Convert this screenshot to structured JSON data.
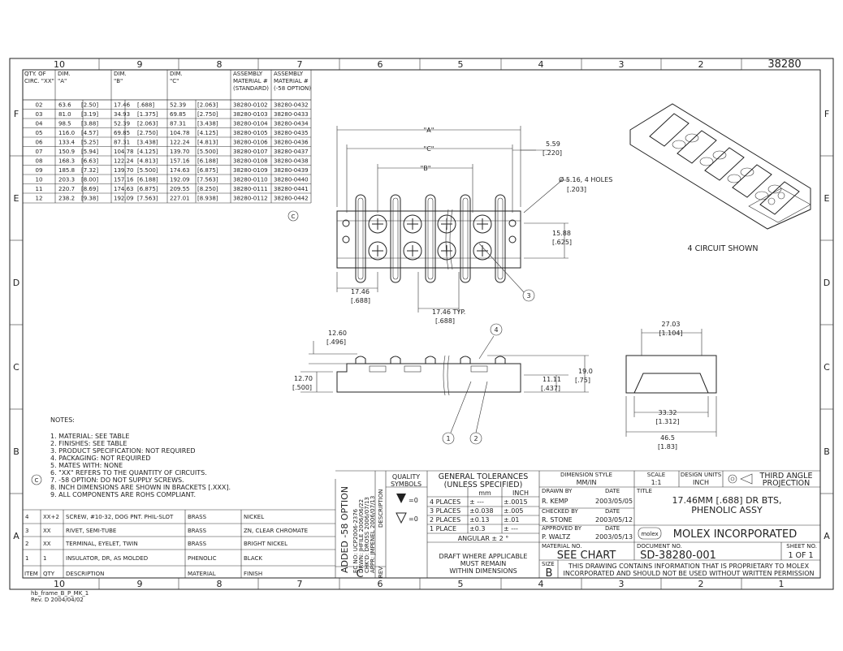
{
  "drawing_number": "38280",
  "col_labels": [
    "10",
    "9",
    "8",
    "7",
    "6",
    "5",
    "4",
    "3",
    "2",
    "1"
  ],
  "row_labels": [
    "F",
    "E",
    "D",
    "C",
    "B",
    "A"
  ],
  "table": {
    "headers": [
      [
        "QTY. OF",
        "CIRC. \"XX\""
      ],
      [
        "DIM.",
        "\"A\""
      ],
      [
        "DIM.",
        "\"B\""
      ],
      [
        "DIM.",
        "\"C\""
      ],
      [
        "ASSEMBLY",
        "MATERIAL #",
        "(STANDARD)"
      ],
      [
        "ASSEMBLY",
        "MATERIAL #",
        "(-58 OPTION)"
      ]
    ],
    "rows": [
      [
        "02",
        "63.6",
        "[2.50]",
        "17.46",
        "[.688]",
        "52.39",
        "[2.063]",
        "38280-0102",
        "38280-0432"
      ],
      [
        "03",
        "81.0",
        "[3.19]",
        "34.93",
        "[1.375]",
        "69.85",
        "[2.750]",
        "38280-0103",
        "38280-0433"
      ],
      [
        "04",
        "98.5",
        "[3.88]",
        "52.39",
        "[2.063]",
        "87.31",
        "[3.438]",
        "38280-0104",
        "38280-0434"
      ],
      [
        "05",
        "116.0",
        "[4.57]",
        "69.85",
        "[2.750]",
        "104.78",
        "[4.125]",
        "38280-0105",
        "38280-0435"
      ],
      [
        "06",
        "133.4",
        "[5.25]",
        "87.31",
        "[3.438]",
        "122.24",
        "[4.813]",
        "38280-0106",
        "38280-0436"
      ],
      [
        "07",
        "150.9",
        "[5.94]",
        "104.78",
        "[4.125]",
        "139.70",
        "[5.500]",
        "38280-0107",
        "38280-0437"
      ],
      [
        "08",
        "168.3",
        "[6.63]",
        "122.24",
        "[4.813]",
        "157.16",
        "[6.188]",
        "38280-0108",
        "38280-0438"
      ],
      [
        "09",
        "185.8",
        "[7.32]",
        "139.70",
        "[5.500]",
        "174.63",
        "[6.875]",
        "38280-0109",
        "38280-0439"
      ],
      [
        "10",
        "203.3",
        "[8.00]",
        "157.16",
        "[6.188]",
        "192.09",
        "[7.563]",
        "38280-0110",
        "38280-0440"
      ],
      [
        "11",
        "220.7",
        "[8.69]",
        "174.63",
        "[6.875]",
        "209.55",
        "[8.250]",
        "38280-0111",
        "38280-0441"
      ],
      [
        "12",
        "238.2",
        "[9.38]",
        "192.09",
        "[7.563]",
        "227.01",
        "[8.938]",
        "38280-0112",
        "38280-0442"
      ]
    ],
    "rev_mark": "C"
  },
  "views": {
    "top": {
      "dim_a": "\"A\"",
      "dim_c": "\"C\"",
      "dim_b": "\"B\"",
      "d_559": "5.59",
      "d_559_in": "[.220]",
      "holes": "Ø  5.16, 4 HOLES",
      "holes_in": "[.203]",
      "d_1588": "15.88",
      "d_1588_in": "[.625]",
      "d_1746": "17.46",
      "d_1746_in": "[.688]",
      "d_typ": "17.46 TYP.",
      "d_typ_in": "[.688]",
      "balloon3": "3"
    },
    "side": {
      "d_1260": "12.60",
      "d_1260_in": "[.496]",
      "d_1270": "12.70",
      "d_1270_in": "[.500]",
      "d_1111": "11.11",
      "d_1111_in": "[.437]",
      "d_190": "19.0",
      "d_190_in": "[.75]",
      "balloon1": "1",
      "balloon2": "2",
      "balloon4": "4"
    },
    "end": {
      "d_2703": "27.03",
      "d_2703_in": "[1.104]",
      "d_3332": "33.32",
      "d_3332_in": "[1.312]",
      "d_465": "46.5",
      "d_465_in": "[1.83]"
    },
    "iso_caption": "4 CIRCUIT SHOWN"
  },
  "notes": {
    "title": "NOTES:",
    "items": [
      "1. MATERIAL: SEE TABLE",
      "2. FINISHES: SEE TABLE",
      "3. PRODUCT SPECIFICATION: NOT REQUIRED",
      "4. PACKAGING: NOT REQUIRED",
      "5. MATES WITH: NONE",
      "6. \"XX\" REFERS TO THE QUANTITY OF CIRCUITS.",
      "7. -58 OPTION: DO NOT SUPPLY SCREWS.",
      "8. INCH DIMENSIONS ARE SHOWN IN BRACKETS [.XXX].",
      "9. ALL COMPONENTS ARE ROHS COMPLIANT."
    ],
    "rev_mark": "C"
  },
  "bom": {
    "rows": [
      [
        "4",
        "XX+2",
        "SCREW, #10-32, DOG PNT. PHIL-SLOT",
        "BRASS",
        "NICKEL"
      ],
      [
        "3",
        "XX",
        "RIVET, SEMI-TUBE",
        "BRASS",
        "ZN, CLEAR CHROMATE"
      ],
      [
        "2",
        "XX",
        "TERMINAL, EYELET, TWIN",
        "BRASS",
        "BRIGHT NICKEL"
      ],
      [
        "1",
        "1",
        "INSULATOR, DR, AS MOLDED",
        "PHENOLIC",
        "BLACK"
      ]
    ],
    "header": [
      "ITEM",
      "QTY",
      "DESCRIPTION",
      "MATERIAL",
      "FINISH"
    ]
  },
  "revision": {
    "text": "ADDED -58 OPTION",
    "ecn": "EC NO: UCP2006-2376",
    "drwn": "DRWN: JHFILE  2006/06/22",
    "chk": "CHK'D: DROSS  2006/07/13",
    "appr": "APPR: JMPENEL 2006/07/13",
    "rev": "C",
    "col_desc": "DESCRIPTION",
    "col_rev": "REV"
  },
  "title_block": {
    "quality": "QUALITY",
    "symbols": "SYMBOLS",
    "sym1": "=0",
    "sym2": "=0",
    "gen_tol": "GENERAL TOLERANCES",
    "unless": "(UNLESS SPECIFIED)",
    "mm": "mm",
    "inch": "INCH",
    "tol_rows": [
      [
        "4 PLACES",
        "± ---",
        "±.0015"
      ],
      [
        "3 PLACES",
        "±0.038",
        "±.005"
      ],
      [
        "2 PLACES",
        "±0.13",
        "±.01"
      ],
      [
        "1 PLACE",
        "±0.3",
        "± ---"
      ]
    ],
    "angular": "ANGULAR ± 2 °",
    "draft": [
      "DRAFT WHERE APPLICABLE",
      "MUST REMAIN",
      "WITHIN DIMENSIONS"
    ],
    "dim_style_lbl": "DIMENSION STYLE",
    "dim_style": "MM/IN",
    "scale_lbl": "SCALE",
    "scale": "1:1",
    "units_lbl": "DESIGN UNITS",
    "units": "INCH",
    "projection": [
      "THIRD ANGLE",
      "PROJECTION"
    ],
    "drawn_lbl": "DRAWN BY",
    "drawn": "R. KEMP",
    "drawn_date": "2003/05/05",
    "checked_lbl": "CHECKED BY",
    "checked": "R. STONE",
    "checked_date": "2003/05/12",
    "approved_lbl": "APPROVED BY",
    "approved": "P. WALTZ",
    "approved_date": "2003/05/13",
    "date_lbl": "DATE",
    "title_lbl": "TITLE",
    "title": [
      "17.46MM [.688] DR BTS,",
      "PHENOLIC ASSY"
    ],
    "logo": "molex",
    "company": "MOLEX INCORPORATED",
    "material_lbl": "MATERIAL NO.",
    "material": "SEE CHART",
    "doc_lbl": "DOCUMENT NO.",
    "doc": "SD-38280-001",
    "sheet_lbl": "SHEET NO.",
    "sheet": "1 OF 1",
    "size_lbl": "SIZE",
    "size": "B",
    "proprietary": [
      "THIS DRAWING CONTAINS INFORMATION THAT IS PROPRIETARY TO MOLEX",
      "INCORPORATED AND SHOULD NOT BE USED WITHOUT WRITTEN PERMISSION"
    ]
  },
  "footer": {
    "file": "hb_frame_B_P_MK_1",
    "rev": "Rev. D 2004/04/02"
  }
}
